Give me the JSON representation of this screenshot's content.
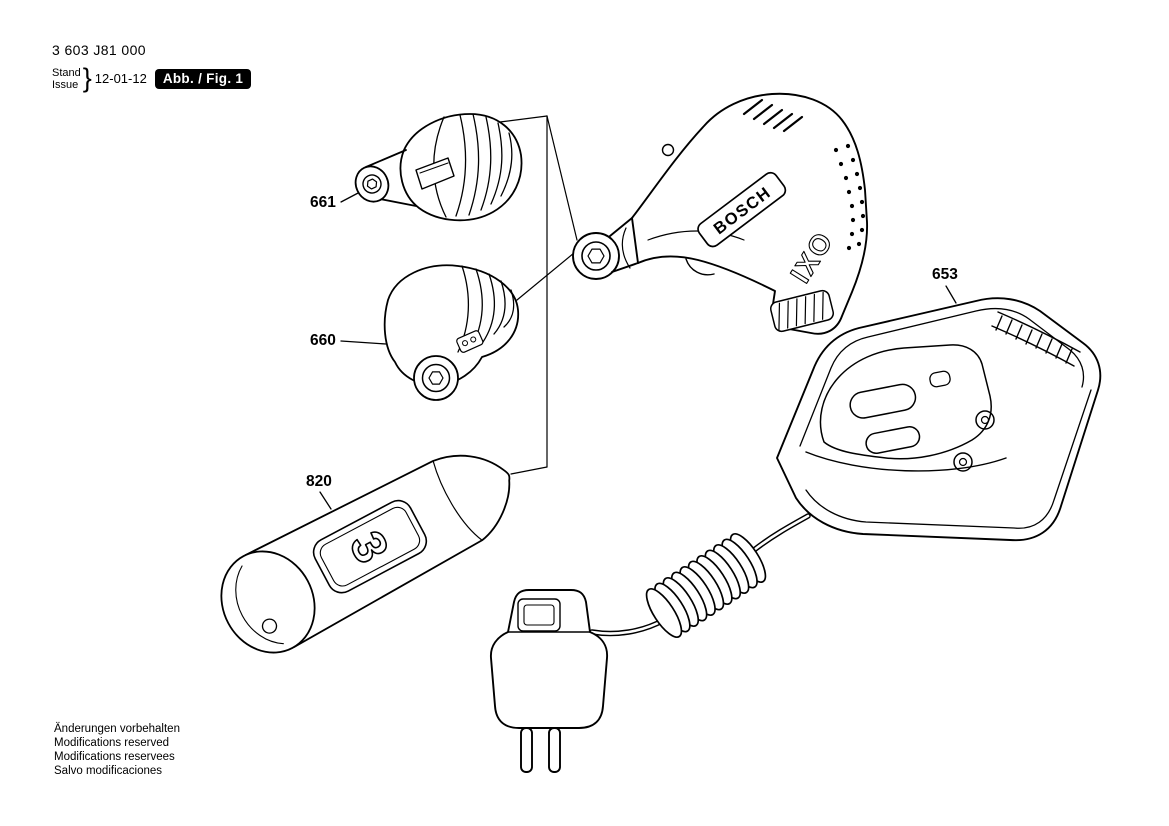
{
  "header": {
    "part_number": "3 603 J81 000",
    "stand_label": "Stand",
    "issue_label": "Issue",
    "brace": "}",
    "date": "12-01-12",
    "figure_label": "Abb. / Fig. 1"
  },
  "diagram": {
    "labels": [
      "661",
      "660",
      "820",
      "653"
    ],
    "brand_text": "BOSCH",
    "model_text": "IXO",
    "battery_marking": "3"
  },
  "footer": {
    "lines": [
      "Änderungen vorbehalten",
      "Modifications reserved",
      "Modifications reservees",
      "Salvo modificaciones"
    ]
  },
  "colors": {
    "ink": "#000000",
    "paper": "#ffffff"
  }
}
